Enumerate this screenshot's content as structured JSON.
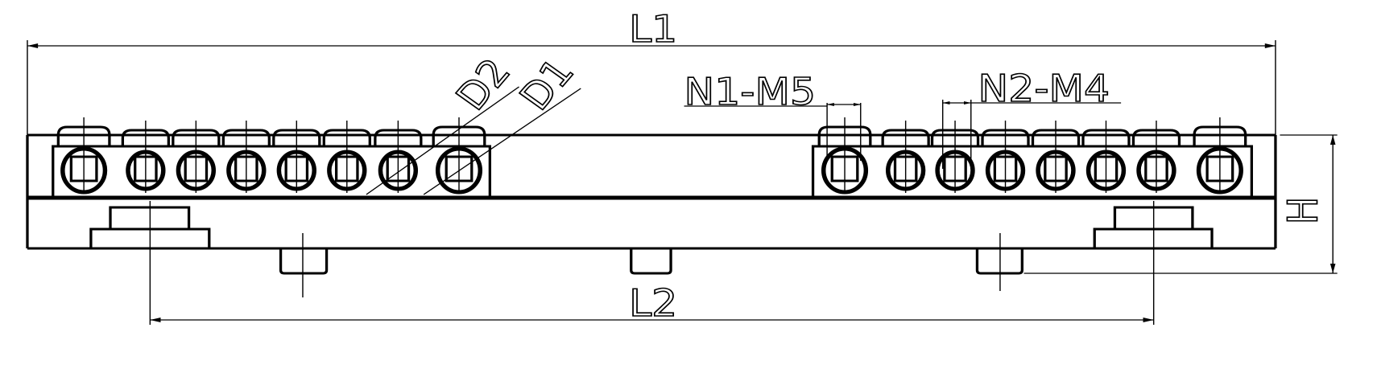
{
  "drawing": {
    "dimension_labels": {
      "overall_length": "L1",
      "mount_spacing": "L2",
      "height": "H",
      "large_hole_dia": "D1",
      "small_hole_dia": "D2",
      "large_terminals": "N1-M5",
      "small_terminals": "N2-M4"
    },
    "left_block_terminals": [
      "large",
      "small",
      "small",
      "small",
      "small",
      "small",
      "small",
      "large"
    ],
    "right_block_terminals": [
      "large",
      "small",
      "small",
      "small",
      "small",
      "small",
      "small",
      "large"
    ],
    "line_color": "#000000",
    "background": "#ffffff"
  }
}
